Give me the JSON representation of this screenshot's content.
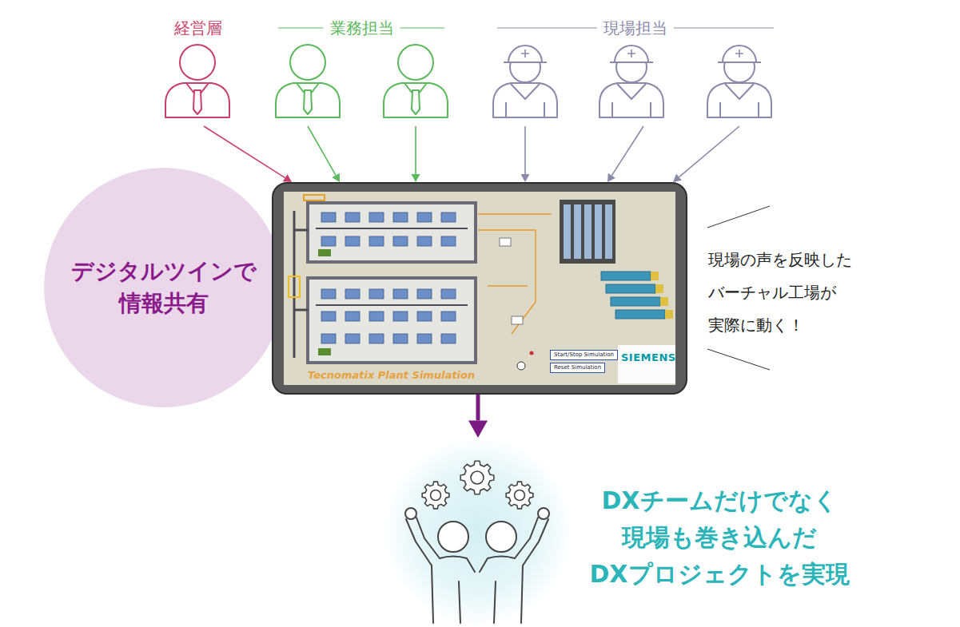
{
  "diagram": {
    "nodes": [
      {
        "text": [
          "経営層"
        ]
      },
      {
        "text": [
          "業務担当"
        ]
      },
      {
        "text": [
          "現場担当"
        ]
      },
      {
        "text": [
          "デジタルツインで 情報共有"
        ]
      },
      {
        "text": [
          "Tecnomatix Plant Simulation",
          "Start/Stop Simulation",
          "Reset Simulation",
          "SIEMENS"
        ]
      },
      {
        "text": [
          "DXチームだけでなく 現場も巻き込んだ DXプロジェクトを実現"
        ]
      }
    ],
    "edges": [
      {
        "from": 0,
        "to": 4,
        "arrow": "to"
      },
      {
        "from": 1,
        "to": 4,
        "arrow": "to"
      },
      {
        "from": 1,
        "to": 4,
        "arrow": "to"
      },
      {
        "from": 2,
        "to": 4,
        "arrow": "to"
      },
      {
        "from": 2,
        "to": 4,
        "arrow": "to"
      },
      {
        "from": 2,
        "to": 4,
        "arrow": "to"
      },
      {
        "from": 4,
        "to": 5,
        "arrow": "to"
      }
    ],
    "labels": [
      "現場の声を反映した バーチャル工場が 実際に動く！"
    ]
  }
}
